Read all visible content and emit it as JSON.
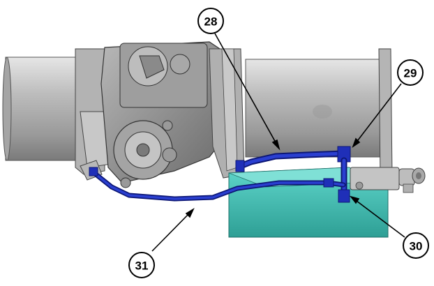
{
  "figure": {
    "callouts": [
      {
        "id": "28",
        "label": "28"
      },
      {
        "id": "29",
        "label": "29"
      },
      {
        "id": "30",
        "label": "30"
      },
      {
        "id": "31",
        "label": "31"
      }
    ],
    "colors": {
      "cylinder": "#cfcfcf",
      "cylinder_dark": "#8f8f8f",
      "housing": "#a9a9a9",
      "housing_dark": "#6e6e6e",
      "tube": "#1f2fb8",
      "tube_dark": "#0d1775",
      "block": "#3fc2b6",
      "block_dark": "#2a8f86",
      "leader": "#000000"
    }
  }
}
